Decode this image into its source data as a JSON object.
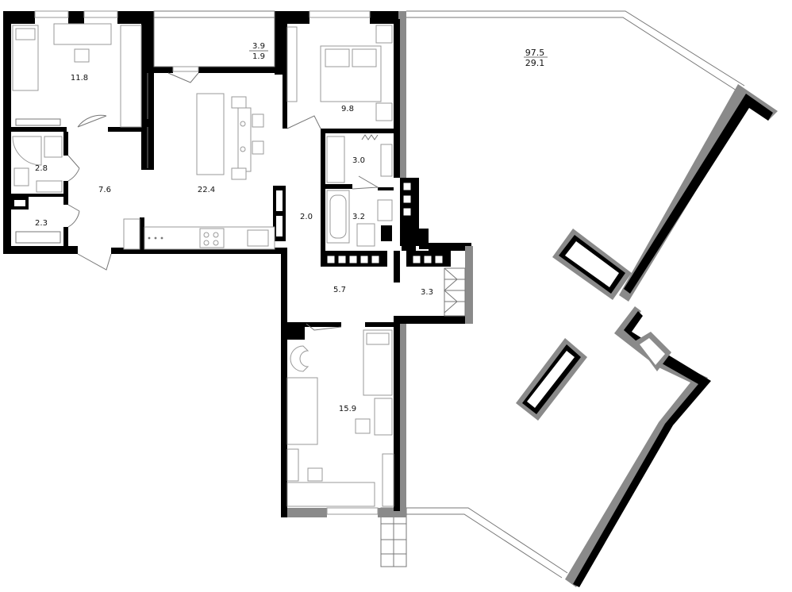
{
  "plan": {
    "total_area": "97.5",
    "living_area": "29.1",
    "rooms": [
      {
        "id": "bedroom-top-left",
        "area": "11.8"
      },
      {
        "id": "balcony",
        "area": "3.9",
        "sub": "1.9"
      },
      {
        "id": "master-bedroom",
        "area": "9.8"
      },
      {
        "id": "bathroom-small",
        "area": "2.8"
      },
      {
        "id": "hall",
        "area": "7.6"
      },
      {
        "id": "living-kitchen",
        "area": "22.4"
      },
      {
        "id": "corridor",
        "area": "2.0"
      },
      {
        "id": "wc",
        "area": "3.0"
      },
      {
        "id": "bathroom",
        "area": "3.2"
      },
      {
        "id": "storage",
        "area": "2.3"
      },
      {
        "id": "hallway-lower",
        "area": "5.7"
      },
      {
        "id": "stair",
        "area": "3.3"
      },
      {
        "id": "bedroom-lower",
        "area": "15.9"
      }
    ]
  }
}
